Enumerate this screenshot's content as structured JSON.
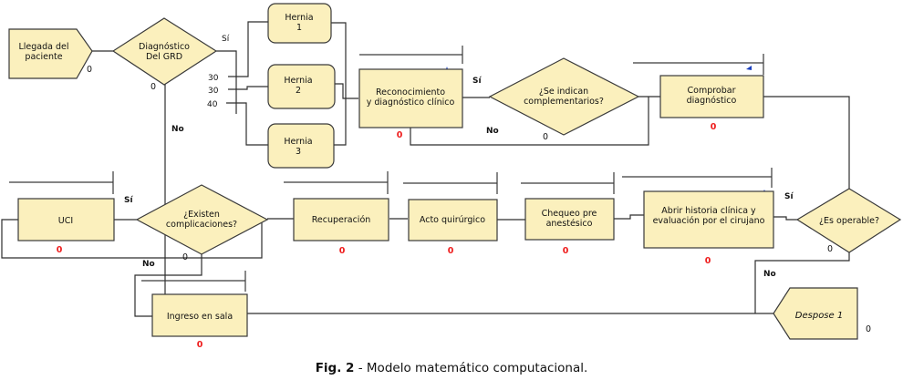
{
  "diagram": {
    "nodes": {
      "arrival": {
        "label_lines": [
          "Llegada del",
          "paciente"
        ],
        "count": "0"
      },
      "grd": {
        "label_lines": [
          "Diagnóstico",
          "Del GRD"
        ],
        "count": "0"
      },
      "hernia1": {
        "label_lines": [
          "Hernia",
          "1"
        ]
      },
      "hernia2": {
        "label_lines": [
          "Hernia",
          "2"
        ]
      },
      "hernia3": {
        "label_lines": [
          "Hernia",
          "3"
        ]
      },
      "recon": {
        "label_lines": [
          "Reconocimiento",
          "y diagnóstico clínico"
        ],
        "count": "0"
      },
      "complementarios": {
        "label_lines": [
          "¿Se indican",
          "complementarios?"
        ],
        "count": "0"
      },
      "comprobar": {
        "label_lines": [
          "Comprobar",
          "diagnóstico"
        ],
        "count": "0"
      },
      "operable": {
        "label_lines": [
          "¿Es operable?"
        ],
        "count": "0"
      },
      "historia": {
        "label_lines": [
          "Abrir historia clínica y",
          "evaluación por el cirujano"
        ],
        "count": "0"
      },
      "chequeo": {
        "label_lines": [
          "Chequeo pre",
          "anestésico"
        ],
        "count": "0"
      },
      "acto": {
        "label_lines": [
          "Acto quirúrgico"
        ],
        "count": "0"
      },
      "recuperacion": {
        "label_lines": [
          "Recuperación"
        ],
        "count": "0"
      },
      "complicaciones": {
        "label_lines": [
          "¿Existen",
          "complicaciones?"
        ],
        "count": "0"
      },
      "uci": {
        "label_lines": [
          "UCI"
        ],
        "count": "0"
      },
      "sala": {
        "label_lines": [
          "Ingreso en sala"
        ],
        "count": "0"
      },
      "despose": {
        "label_lines": [
          "Despose 1"
        ],
        "count": "0"
      }
    },
    "edge_labels": {
      "grd_si": "Sí",
      "grd_no": "No",
      "comp_si": "Sí",
      "comp_no": "No",
      "operable_si": "Sí",
      "operable_no": "No",
      "complic_si": "Sí",
      "complic_no": "No"
    },
    "branch_percentages": [
      "30",
      "30",
      "40"
    ]
  },
  "caption": {
    "bold": "Fig. 2",
    "text": " - Modelo matemático computacional."
  }
}
